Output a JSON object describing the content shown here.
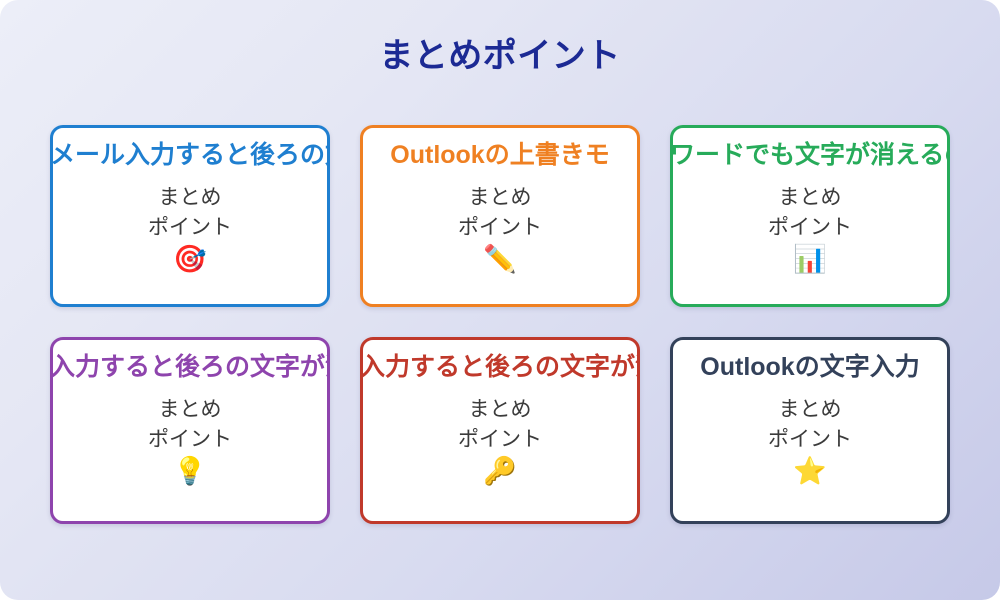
{
  "slide": {
    "title": "まとめポイント",
    "title_color": "#1c2a94",
    "background_from": "#eceef8",
    "background_to": "#c6c9e8"
  },
  "cards": [
    {
      "id": "card-mail-input",
      "title": "メール入力すると後ろの文",
      "body": "まとめ\nポイント",
      "icon": "🎯",
      "icon_name": "target-icon",
      "accent": "#1f7fd0",
      "accent_name": "blue"
    },
    {
      "id": "card-outlook-overwrite",
      "title": "Outlookの上書きモ",
      "body": "まとめ\nポイント",
      "icon": "✏️",
      "icon_name": "pencil-icon",
      "accent": "#ef8022",
      "accent_name": "orange"
    },
    {
      "id": "card-word-disappear",
      "title": "ワードでも文字が消えるの",
      "body": "まとめ\nポイント",
      "icon": "📊",
      "icon_name": "bar-chart-icon",
      "accent": "#27ab5a",
      "accent_name": "green"
    },
    {
      "id": "card-input-erase-purple",
      "title": "入力すると後ろの文字が消",
      "body": "まとめ\nポイント",
      "icon": "💡",
      "icon_name": "lightbulb-icon",
      "accent": "#8e44ad",
      "accent_name": "purple"
    },
    {
      "id": "card-input-erase-red",
      "title": "入力すると後ろの文字が消",
      "body": "まとめ\nポイント",
      "icon": "🔑",
      "icon_name": "key-icon",
      "accent": "#c0392b",
      "accent_name": "red"
    },
    {
      "id": "card-outlook-text-input",
      "title": "Outlookの文字入力",
      "body": "まとめ\nポイント",
      "icon": "⭐",
      "icon_name": "star-icon",
      "accent": "#33415a",
      "accent_name": "navy"
    }
  ]
}
